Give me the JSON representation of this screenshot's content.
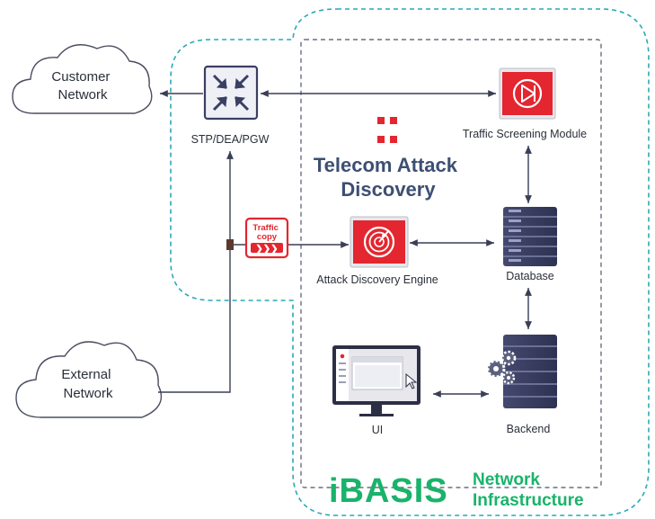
{
  "nodes": {
    "customer_network": "Customer\nNetwork",
    "external_network": "External\nNetwork",
    "stp": "STP/DEA/PGW",
    "traffic_screening": "Traffic Screening Module",
    "attack_discovery": "Attack Discovery Engine",
    "database": "Database",
    "backend": "Backend",
    "ui": "UI",
    "traffic_copy": "Traffic\ncopy"
  },
  "brand": {
    "product_line1": "Telecom Attack",
    "product_line2": "Discovery",
    "company": "iBASIS",
    "tagline_line1": "Network",
    "tagline_line2": "Infrastructure"
  },
  "colors": {
    "accent_red": "#e3262f",
    "teal": "#2aa9b5",
    "navy": "#3a3f63",
    "product_title": "#3d4f73",
    "brand_green": "#19b36b"
  }
}
